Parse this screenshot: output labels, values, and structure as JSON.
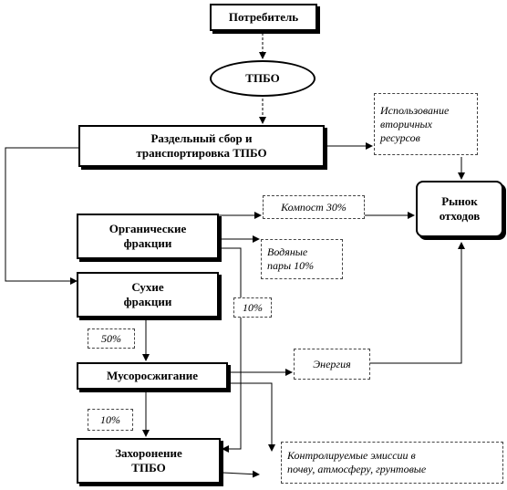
{
  "nodes": {
    "consumer": "Потребитель",
    "msw": "ТПБО",
    "collection": "Раздельный сбор и\nтранспортировка ТПБО",
    "secondary_resources": "Использование\nвторичных\nресурсов",
    "market": "Рынок\nотходов",
    "organic": "Органические\nфракции",
    "compost": "Компост 30%",
    "water_vapor": "Водяные\nпары 10%",
    "dry": "Сухие\nфракции",
    "pct_organic_landfill": "10%",
    "pct_dry_incineration": "50%",
    "incineration": "Мусоросжигание",
    "energy": "Энергия",
    "pct_incineration_landfill": "10%",
    "landfill": "Захоронение\nТПБО",
    "emissions": "Контролируемые эмиссии в\nпочву, атмосферу, грунтовые"
  }
}
